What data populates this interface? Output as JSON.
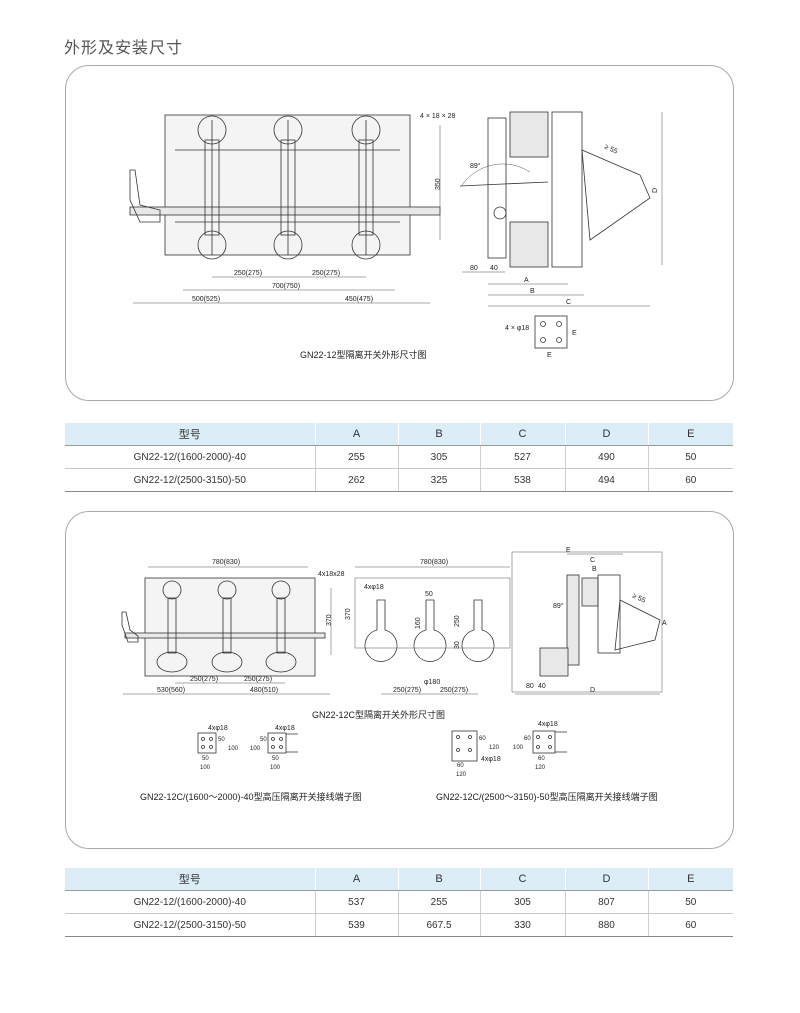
{
  "page_title": "外形及安装尺寸",
  "drawing1": {
    "caption": "GN22-12型隔离开关外形尺寸图",
    "front": {
      "slot": "4 × 18 × 28",
      "height": "350",
      "pitch1": "250(275)",
      "pitch2": "250(275)",
      "span": "700(750)",
      "left": "500(525)",
      "right": "450(475)"
    },
    "side": {
      "angle": "89°",
      "clearance": "≥ 55",
      "D": "D",
      "d80": "80",
      "d40": "40",
      "A": "A",
      "B": "B",
      "C": "C"
    },
    "terminal": {
      "holes": "4 × φ18",
      "E1": "E",
      "E2": "E"
    }
  },
  "table1": {
    "headers": [
      "型号",
      "A",
      "B",
      "C",
      "D",
      "E"
    ],
    "rows": [
      [
        "GN22-12/(1600-2000)-40",
        "255",
        "305",
        "527",
        "490",
        "50"
      ],
      [
        "GN22-12/(2500-3150)-50",
        "262",
        "325",
        "538",
        "494",
        "60"
      ]
    ]
  },
  "drawing2": {
    "caption": "GN22-12C型隔离开关外形尺寸图",
    "front": {
      "width": "780(830)",
      "slot": "4x18x28",
      "height": "370",
      "pitch1": "250(275)",
      "pitch2": "250(275)",
      "left": "530(560)",
      "right": "480(510)"
    },
    "plan": {
      "width": "780(830)",
      "holes": "4xφ18",
      "d50": "50",
      "d160": "160",
      "d250": "250",
      "d30": "30",
      "dia": "φ180",
      "pitch1": "250(275)",
      "pitch2": "250(275)",
      "height": "370"
    },
    "side": {
      "E": "E",
      "C": "C",
      "B": "B",
      "angle": "89°",
      "clearance": "≥ 55",
      "A": "A",
      "d80": "80",
      "d40": "40",
      "D": "D"
    },
    "terminals_a": {
      "holes1": "4xφ18",
      "d50a": "50",
      "d100a": "100",
      "w50": "50",
      "w100": "100",
      "holes2": "4xφ18",
      "d100b": "100",
      "d50b": "50",
      "w50b": "50",
      "w100b": "100",
      "caption": "GN22-12C/(1600～2000)-40型高压隔离开关接线端子图"
    },
    "terminals_b": {
      "d60": "60",
      "d120": "120",
      "w60": "60",
      "w120": "120",
      "holes1": "4xφ18",
      "holes2": "4xφ18",
      "d100": "100",
      "d60b": "60",
      "w60b": "60",
      "w120b": "120",
      "caption": "GN22-12C/(2500～3150)-50型高压隔离开关接线端子图"
    }
  },
  "table2": {
    "headers": [
      "型号",
      "A",
      "B",
      "C",
      "D",
      "E"
    ],
    "rows": [
      [
        "GN22-12/(1600-2000)-40",
        "537",
        "255",
        "305",
        "807",
        "50"
      ],
      [
        "GN22-12/(2500-3150)-50",
        "539",
        "667.5",
        "330",
        "880",
        "60"
      ]
    ]
  }
}
